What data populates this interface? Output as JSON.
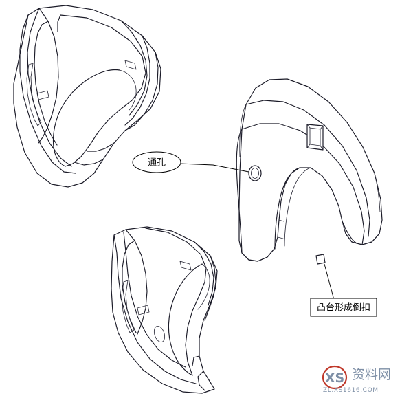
{
  "document": {
    "type": "technical-line-drawing",
    "background_color": "#ffffff",
    "line_color": "#1b1b28",
    "title": ""
  },
  "parts": [
    {
      "id": "part-upper-left",
      "name": "U-channel bracket isometric view (upper left)",
      "description": "Wireframe isometric view of a U-shaped plastic channel part seen from above, showing inner cavity and rib details"
    },
    {
      "id": "part-right-cover",
      "name": "Curved shell cover view (right)",
      "description": "Solid outline view of curved shell cover with rectangular boss on top face and circular through hole on side face"
    },
    {
      "id": "part-lower-center",
      "name": "U-channel bracket isometric view (lower center)",
      "description": "Second isometric view of the U-shaped channel part from a lower viewing angle"
    }
  ],
  "callouts": [
    {
      "id": "callout-through-hole",
      "label": "通孔",
      "shape": "ellipse",
      "target": "circular hole on right cover side face",
      "text_color": "#000000",
      "border_color": "#000000"
    },
    {
      "id": "callout-boss-undercut",
      "label": "凸台形成倒扣",
      "shape": "rectangle",
      "target": "boss feature on lower left edge of right cover",
      "text_color": "#000000",
      "border_color": "#000000"
    }
  ],
  "watermark": {
    "logo_text": "XS",
    "brand_text": "资料网",
    "url_text": "ZL.XS1616.COM",
    "logo_color": "#c0392b",
    "brand_color": "#5b6b80",
    "url_color": "#7e8fa6"
  }
}
